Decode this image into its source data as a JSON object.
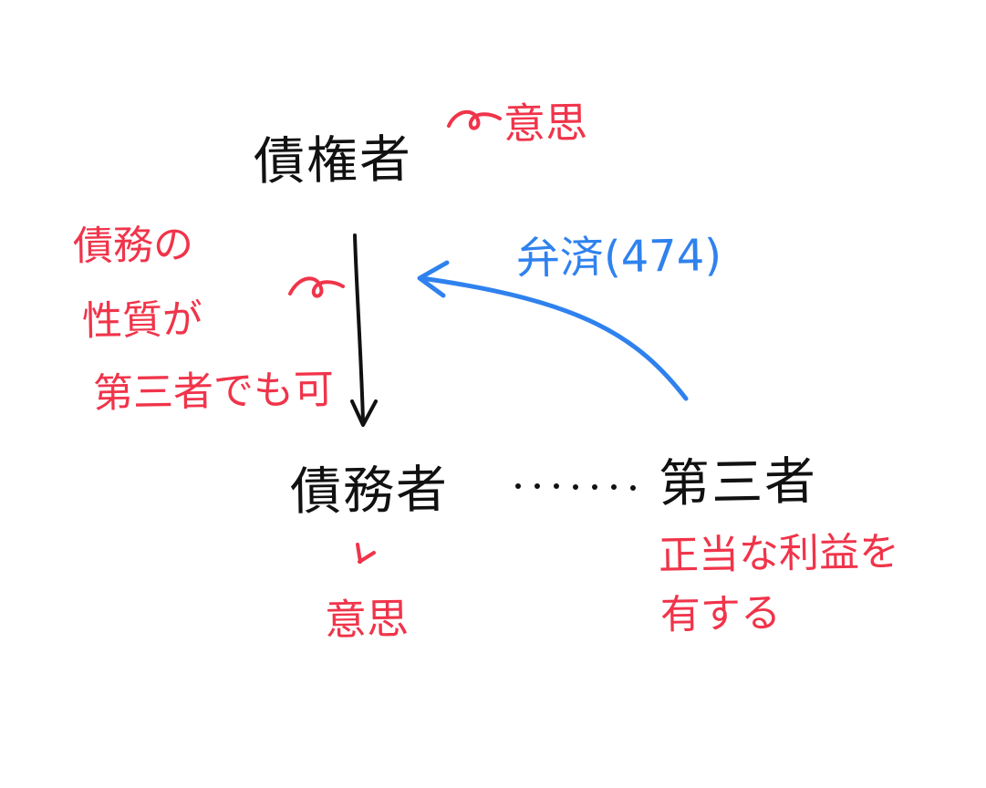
{
  "colors": {
    "ink": "#111111",
    "red": "#f0344a",
    "blue": "#2f82ee"
  },
  "nodes": {
    "creditor": "債権者",
    "debtor": "債務者",
    "third_party": "第三者"
  },
  "annotations": {
    "creditor_will": "意思",
    "debtor_will": "意思",
    "nature_lines": [
      "債務の",
      "性質が",
      "第三者でも可"
    ],
    "legit_interest_lines": [
      "正当な利益を",
      "有する"
    ],
    "payment_label": "弁済(474)"
  },
  "connectors": {
    "creditor_to_debtor": "arrow",
    "debtor_to_third_party": "dotted",
    "third_party_to_creditor": "curved-arrow"
  }
}
